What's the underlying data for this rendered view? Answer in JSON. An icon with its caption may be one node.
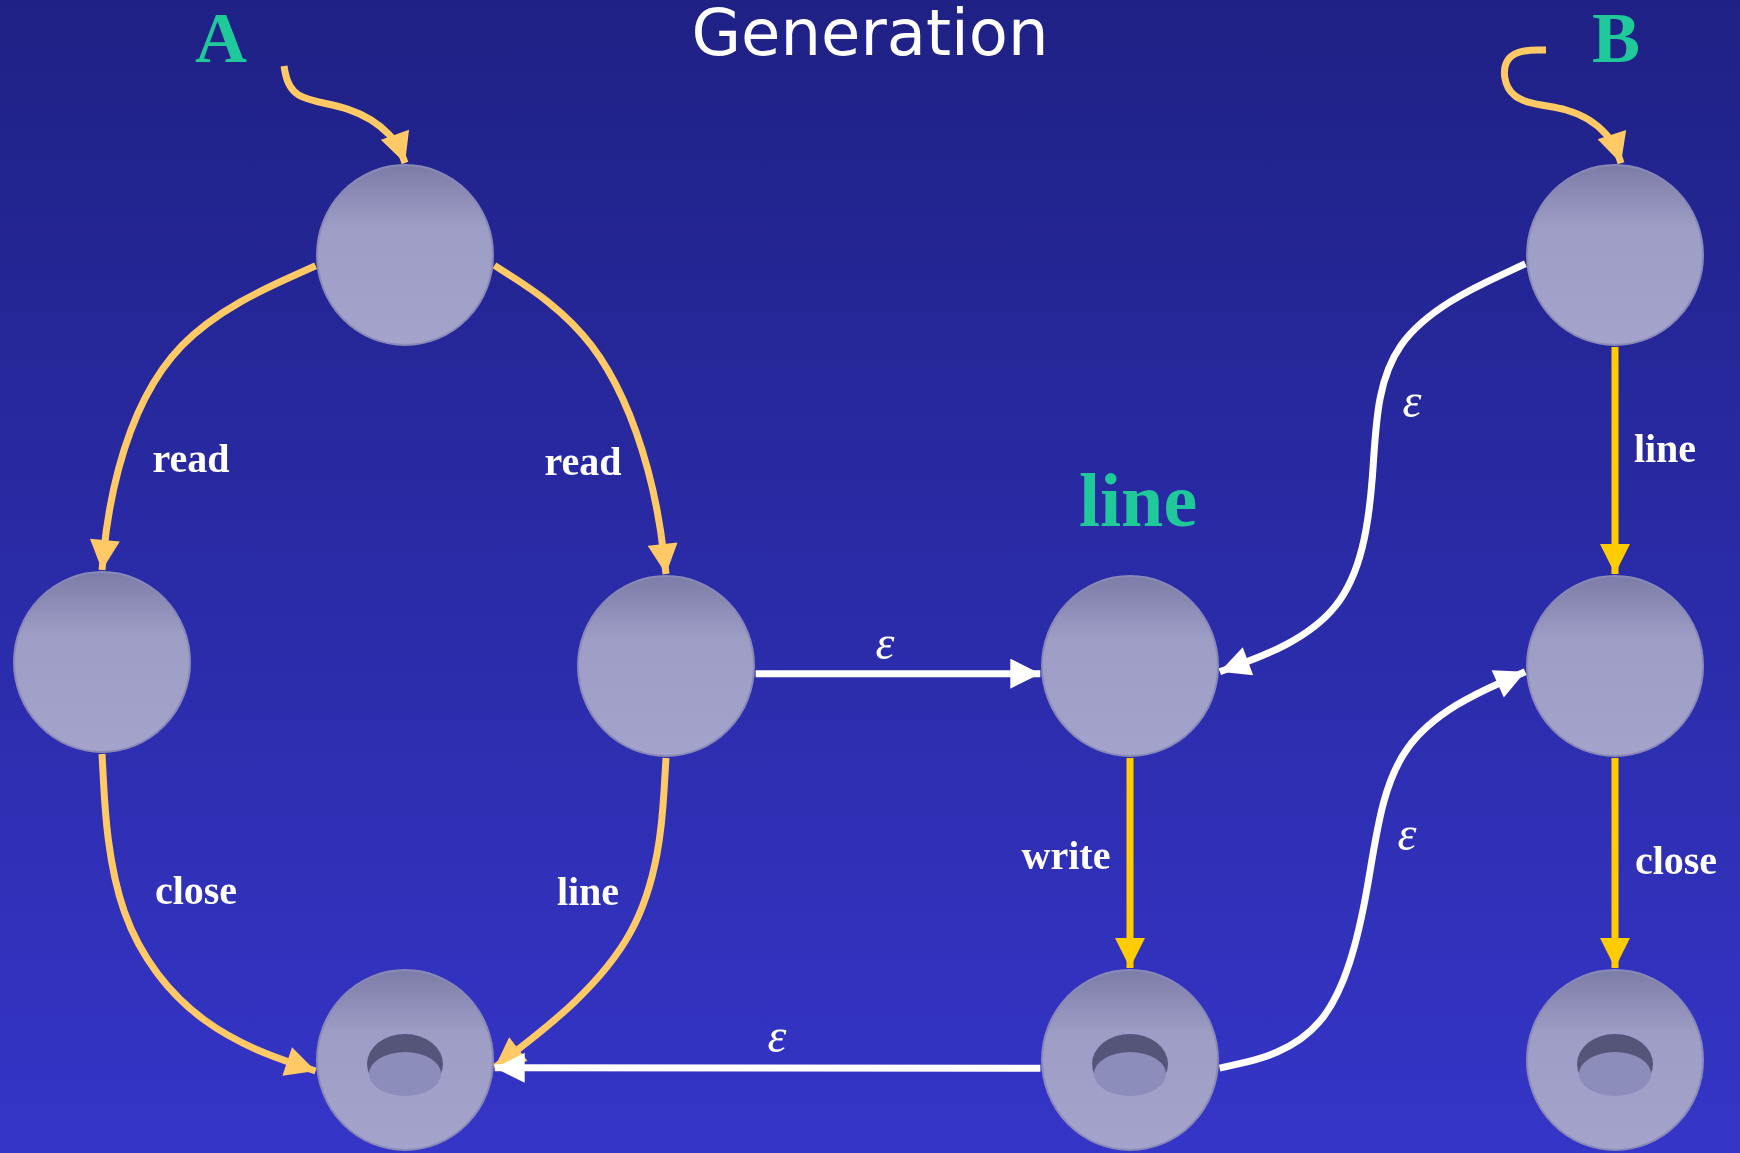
{
  "diagram": {
    "title": "Generation",
    "nodes": [
      {
        "text": [
          "A"
        ]
      },
      {
        "text": [
          "B"
        ]
      },
      {
        "text": [],
        "shape": "circle"
      },
      {
        "text": [],
        "shape": "circle"
      },
      {
        "text": [],
        "shape": "circle"
      },
      {
        "text": [],
        "shape": "circle"
      },
      {
        "text": [],
        "shape": "circle",
        "beside": [
          "line"
        ]
      },
      {
        "text": [],
        "shape": "circle"
      },
      {
        "text": [],
        "shape": "ring"
      },
      {
        "text": [],
        "shape": "ring"
      },
      {
        "text": [],
        "shape": "ring"
      }
    ],
    "edges": [
      {
        "from": 0,
        "to": 2,
        "arrow": "to"
      },
      {
        "from": 2,
        "to": 4,
        "arrow": "to",
        "label": "read"
      },
      {
        "from": 2,
        "to": 5,
        "arrow": "to",
        "label": "read"
      },
      {
        "from": 4,
        "to": 8,
        "arrow": "to",
        "label": "close"
      },
      {
        "from": 5,
        "to": 8,
        "arrow": "to",
        "label": "line"
      },
      {
        "from": 5,
        "to": 6,
        "arrow": "to",
        "label": "ε",
        "color": "#ffffff"
      },
      {
        "from": 1,
        "to": 3,
        "arrow": "to"
      },
      {
        "from": 3,
        "to": 6,
        "arrow": "to",
        "label": "ε",
        "color": "#ffffff"
      },
      {
        "from": 3,
        "to": 7,
        "arrow": "to",
        "label": "line",
        "color": "#ffcc00"
      },
      {
        "from": 6,
        "to": 9,
        "arrow": "to",
        "label": "write",
        "color": "#ffcc00"
      },
      {
        "from": 9,
        "to": 8,
        "arrow": "to",
        "label": "ε",
        "color": "#ffffff"
      },
      {
        "from": 9,
        "to": 7,
        "arrow": "to",
        "label": "ε",
        "color": "#ffffff"
      },
      {
        "from": 7,
        "to": 10,
        "arrow": "to",
        "label": "close",
        "color": "#ffcc00"
      }
    ]
  }
}
